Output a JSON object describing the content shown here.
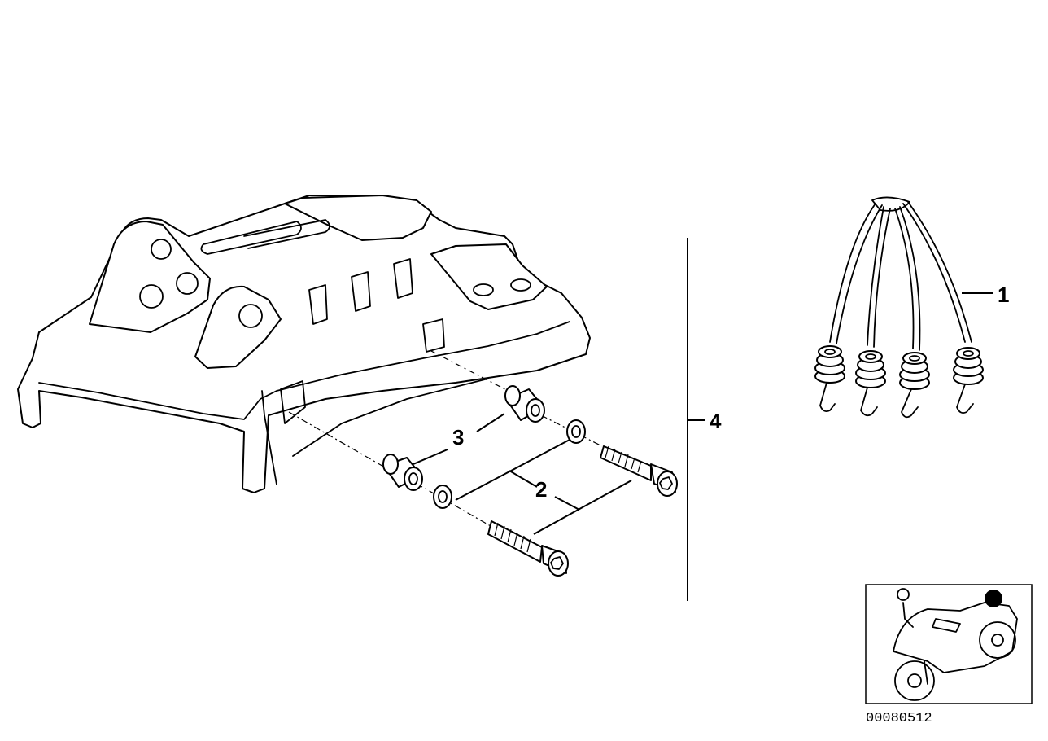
{
  "callouts": [
    {
      "id": "1",
      "label": "1"
    },
    {
      "id": "2",
      "label": "2"
    },
    {
      "id": "3",
      "label": "3"
    },
    {
      "id": "4",
      "label": "4"
    }
  ],
  "diagram_number": "00080512",
  "icons": {
    "luggage_rack": "rear-luggage-rack-illustration",
    "straps": "elastic-bungee-straps-illustration",
    "bolts": "socket-head-bolt-illustration",
    "sleeves": "spacer-sleeve-illustration",
    "washers": "washer-illustration",
    "locator": "motorcycle-locator-thumbnail",
    "locator_marker": "location-dot"
  }
}
